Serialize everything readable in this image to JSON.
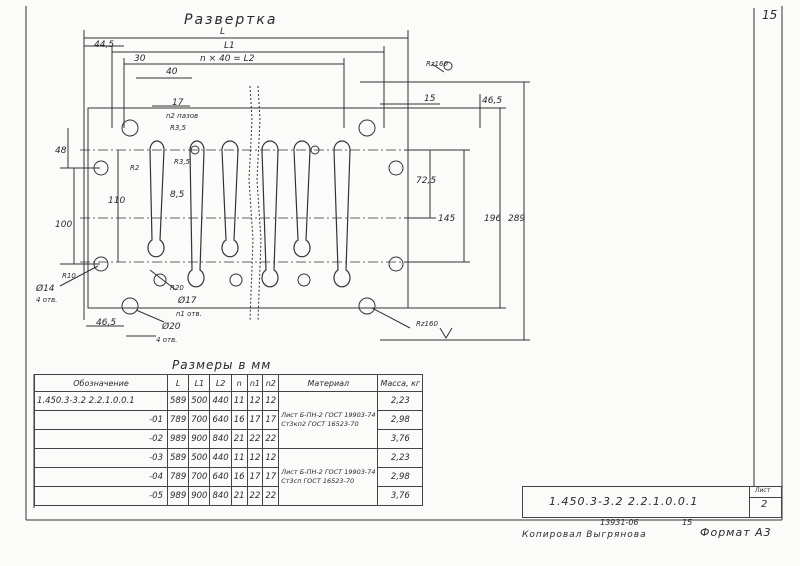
{
  "page_number": "15",
  "drawing": {
    "title": "Развертка",
    "dims": {
      "L": "L",
      "L1": "L1",
      "n40": "n × 40 = L2",
      "d44_5": "44,5",
      "d30": "30",
      "d40": "40",
      "d17": "17",
      "n2": "n2 пазов",
      "r3_5a": "R3,5",
      "r3_5b": "R3,5",
      "r2": "R2",
      "d8_5": "8,5",
      "d48": "48",
      "d110": "110",
      "d100": "100",
      "d15": "15",
      "d46_5": "46,5",
      "d72_5": "72,5",
      "d145": "145",
      "d196": "196",
      "d289": "289",
      "holes14": "Ø14",
      "holes14_cnt": "4 отв.",
      "r10": "R10",
      "r20": "R20",
      "d17b": "Ø17",
      "n1": "n1 отв.",
      "d46_5b": "46,5",
      "d20": "Ø20",
      "holes20_cnt": "4 отв.",
      "rz160a": "Rz160",
      "rz160b": "Rz160"
    }
  },
  "table": {
    "title": "Размеры в мм",
    "headers": [
      "Обозначение",
      "L",
      "L1",
      "L2",
      "n",
      "n1",
      "n2",
      "Материал",
      "Масса, кг"
    ],
    "rows": [
      {
        "des": "1.450.3-3.2   2.2.1.0.0.1",
        "L": "589",
        "L1": "500",
        "L2": "440",
        "n": "11",
        "n1": "12",
        "n2": "12",
        "mass": "2,23"
      },
      {
        "des": "-01",
        "L": "789",
        "L1": "700",
        "L2": "640",
        "n": "16",
        "n1": "17",
        "n2": "17",
        "mass": "2,98"
      },
      {
        "des": "-02",
        "L": "989",
        "L1": "900",
        "L2": "840",
        "n": "21",
        "n1": "22",
        "n2": "22",
        "mass": "3,76"
      },
      {
        "des": "-03",
        "L": "589",
        "L1": "500",
        "L2": "440",
        "n": "11",
        "n1": "12",
        "n2": "12",
        "mass": "2,23"
      },
      {
        "des": "-04",
        "L": "789",
        "L1": "700",
        "L2": "640",
        "n": "16",
        "n1": "17",
        "n2": "17",
        "mass": "2,98"
      },
      {
        "des": "-05",
        "L": "989",
        "L1": "900",
        "L2": "840",
        "n": "21",
        "n1": "22",
        "n2": "22",
        "mass": "3,76"
      }
    ],
    "material_a": {
      "prefix": "Лист",
      "line1": "Б-ПН-2 ГОСТ 19903-74",
      "line2": "Ст3кп2 ГОСТ 16523-70"
    },
    "material_b": {
      "prefix": "Лист",
      "line1": "Б-ПН-2 ГОСТ 19903-74",
      "line2": "Ст3сп ГОСТ 16523-70"
    }
  },
  "stamp": {
    "designation": "1.450.3-3.2  2.2.1.0.0.1",
    "sheet_label": "Лист",
    "sheet_num": "2"
  },
  "footer": {
    "code": "13931-06",
    "num": "15",
    "copied": "Копировал  Выгрянова",
    "format": "Формат А3"
  }
}
